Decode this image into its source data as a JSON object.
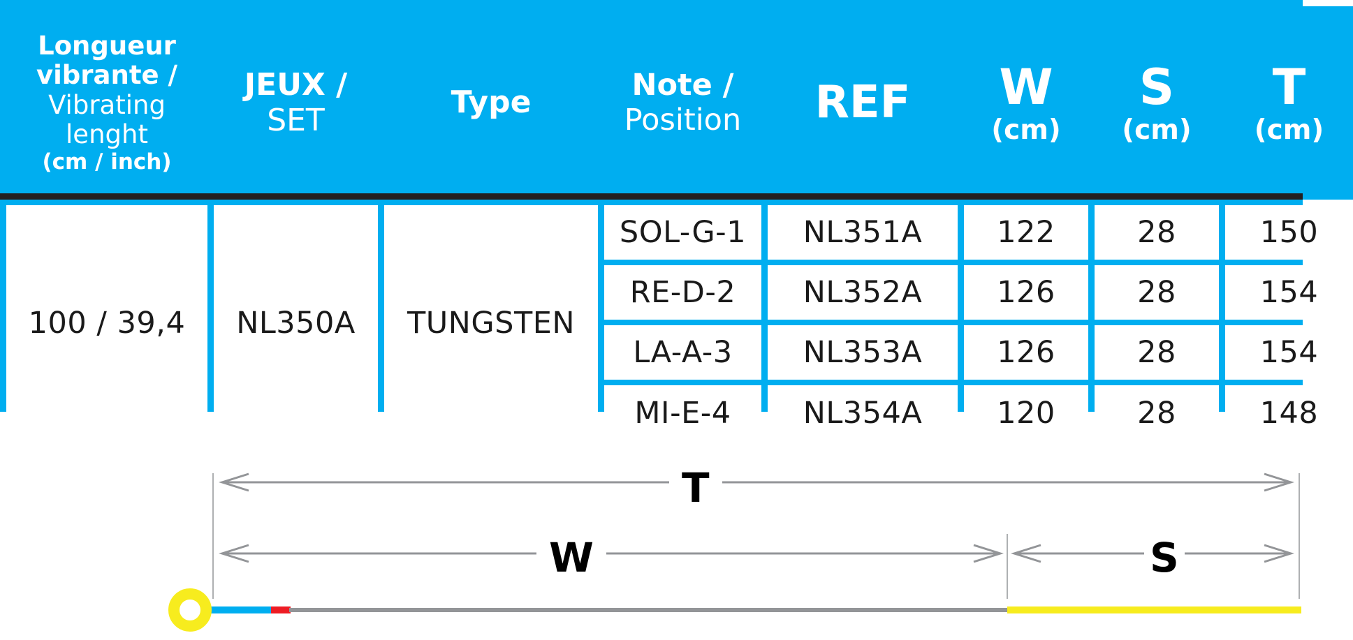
{
  "table": {
    "headers": {
      "length": {
        "line1": "Longueur",
        "line2": "vibrante /",
        "line3": "Vibrating",
        "line4": "lenght",
        "unit": "(cm / inch)"
      },
      "set": {
        "bold": "JEUX /",
        "light": "SET"
      },
      "type": {
        "bold": "Type"
      },
      "note": {
        "bold": "Note /",
        "light": "Position"
      },
      "ref": {
        "bold": "REF"
      },
      "w": {
        "bold": "W",
        "unit": "(cm)"
      },
      "s": {
        "bold": "S",
        "unit": "(cm)"
      },
      "t": {
        "bold": "T",
        "unit": "(cm)"
      }
    },
    "length_value": "100 / 39,4",
    "set_value": "NL350A",
    "type_value": "TUNGSTEN",
    "rows": [
      {
        "note": "SOL-G-1",
        "ref": "NL351A",
        "w": "122",
        "s": "28",
        "t": "150"
      },
      {
        "note": "RE-D-2",
        "ref": "NL352A",
        "w": "126",
        "s": "28",
        "t": "154"
      },
      {
        "note": "LA-A-3",
        "ref": "NL353A",
        "w": "126",
        "s": "28",
        "t": "154"
      },
      {
        "note": "MI-E-4",
        "ref": "NL354A",
        "w": "120",
        "s": "28",
        "t": "148"
      }
    ],
    "colors": {
      "header_bg": "#00aef0",
      "border_dark": "#231f20",
      "cell_bg": "#ffffff"
    }
  },
  "diagram": {
    "labels": {
      "t": "T",
      "w": "W",
      "s": "S"
    },
    "colors": {
      "ring": "#f7ec1e",
      "blue_segment": "#00aef0",
      "red_segment": "#ed1c24",
      "string": "#939598",
      "silk_end": "#f7ec1e",
      "arrow": "#939598"
    }
  }
}
